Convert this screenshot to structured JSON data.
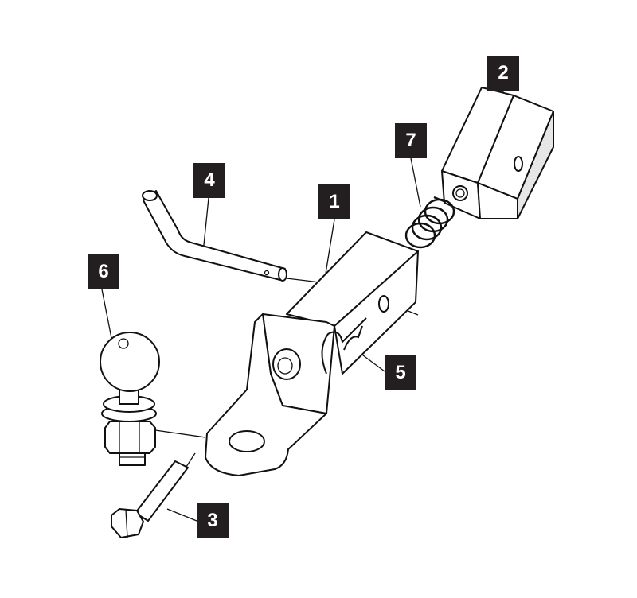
{
  "diagram": {
    "callouts": [
      {
        "id": "1",
        "part": "hitch-ball-mount"
      },
      {
        "id": "2",
        "part": "adapter-sleeve"
      },
      {
        "id": "3",
        "part": "bolt"
      },
      {
        "id": "4",
        "part": "hitch-pin"
      },
      {
        "id": "5",
        "part": "clip"
      },
      {
        "id": "6",
        "part": "trailer-ball"
      },
      {
        "id": "7",
        "part": "spring"
      }
    ]
  }
}
